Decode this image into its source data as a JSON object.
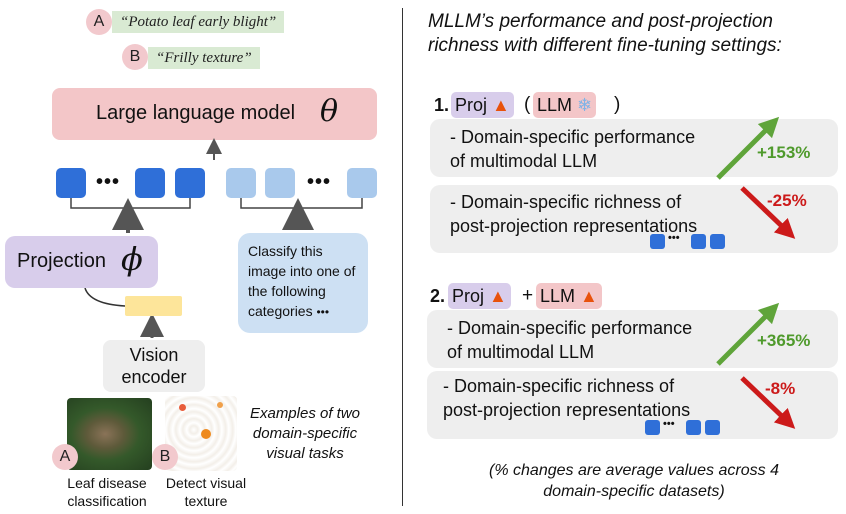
{
  "left": {
    "task_a": {
      "letter": "A",
      "text": "“Potato leaf early blight”"
    },
    "task_b": {
      "letter": "B",
      "text": "“Frilly texture”"
    },
    "llm": {
      "label": "Large language model",
      "symbol": "θ"
    },
    "token_dots": "•••",
    "projection": {
      "label": "Projection",
      "symbol": "ϕ"
    },
    "prompt": {
      "text": "Classify this image into one of the following categories",
      "dots": "•••"
    },
    "vision_encoder": {
      "line1": "Vision",
      "line2": "encoder"
    },
    "examples": {
      "caption": "Examples of two domain-specific visual tasks",
      "a": {
        "letter": "A",
        "line1": "Leaf disease",
        "line2": "classification"
      },
      "b": {
        "letter": "B",
        "line1": "Detect visual",
        "line2": "texture"
      }
    }
  },
  "right": {
    "title_line1": "MLLM’s performance and post-projection",
    "title_line2": "richness with different fine-tuning settings:",
    "setting1": {
      "number": "1.",
      "proj": "Proj",
      "paren_open": "(",
      "llm": "LLM",
      "paren_close": ")",
      "perf_line1": "- Domain-specific performance",
      "perf_line2": "of multimodal LLM",
      "perf_change": "+153%",
      "rich_line1": "- Domain-specific richness of",
      "rich_line2": "post-projection representations",
      "rich_change": "-25%",
      "dots": "•••"
    },
    "setting2": {
      "number": "2.",
      "proj": "Proj",
      "plus": "+",
      "llm": "LLM",
      "perf_line1": "- Domain-specific performance",
      "perf_line2": "of multimodal LLM",
      "perf_change": "+365%",
      "rich_line1": "- Domain-specific richness of",
      "rich_line2": "post-projection representations",
      "rich_change": "-8%",
      "dots": "•••"
    },
    "footnote_line1": "(% changes are average values across 4",
    "footnote_line2": "domain-specific datasets)"
  },
  "colors": {
    "up": "#4f9a2c",
    "down": "#cc1a1a",
    "token_dark": "#2f6fd8",
    "token_light": "#a9c9ec"
  }
}
